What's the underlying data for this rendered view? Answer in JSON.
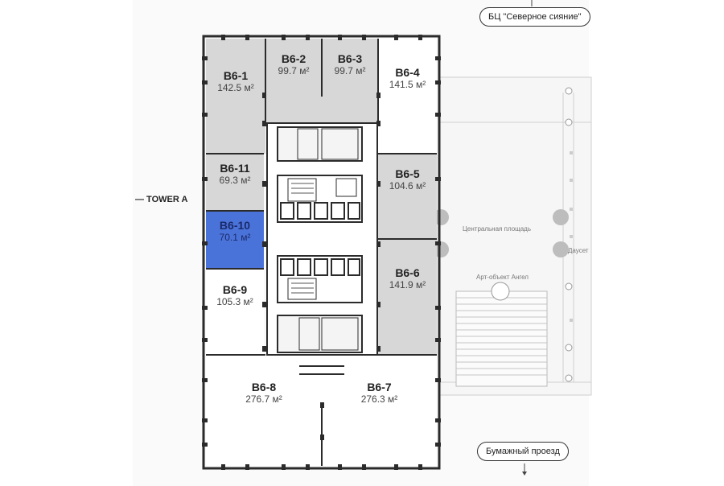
{
  "labels": {
    "building": "БЦ \"Северное сияние\"",
    "tower": "— TOWER A",
    "street": "Бумажный проезд",
    "plaza": "Центральная площадь",
    "art_object": "Арт-объект Ангел",
    "side_cut": "Даусет"
  },
  "units": [
    {
      "code": "B6-1",
      "area": "142.5 м²",
      "status": "available"
    },
    {
      "code": "B6-2",
      "area": "99.7 м²",
      "status": "available"
    },
    {
      "code": "B6-3",
      "area": "99.7 м²",
      "status": "available"
    },
    {
      "code": "B6-4",
      "area": "141.5 м²",
      "status": "occupied"
    },
    {
      "code": "B6-5",
      "area": "104.6 м²",
      "status": "available"
    },
    {
      "code": "B6-6",
      "area": "141.9 м²",
      "status": "available"
    },
    {
      "code": "B6-7",
      "area": "276.3 м²",
      "status": "occupied"
    },
    {
      "code": "B6-8",
      "area": "276.7 м²",
      "status": "occupied"
    },
    {
      "code": "B6-9",
      "area": "105.3 м²",
      "status": "occupied"
    },
    {
      "code": "B6-10",
      "area": "70.1 м²",
      "status": "selected"
    },
    {
      "code": "B6-11",
      "area": "69.3 м²",
      "status": "available"
    }
  ],
  "colors": {
    "available": "#d7d7d7",
    "occupied": "#ffffff",
    "selected": "#4a73d9",
    "wall": "#2b2b2b"
  }
}
